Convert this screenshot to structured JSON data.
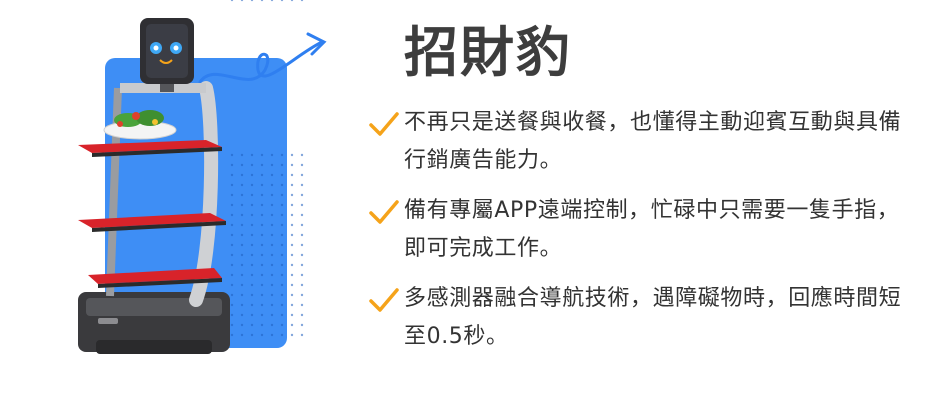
{
  "title": "招財豹",
  "colors": {
    "accent_blue": "#3e8ef5",
    "arrow_blue": "#2f7ff0",
    "check_orange": "#f5a31a",
    "tray_red": "#d8232a",
    "title_text": "#3d3d3d",
    "body_text": "#333333"
  },
  "features": [
    {
      "icon": "check-icon",
      "text": "不再只是送餐與收餐，也懂得主動迎賓互動與具備行銷廣告能力。"
    },
    {
      "icon": "check-icon",
      "text": "備有專屬APP遠端控制，忙碌中只需要一隻手指，即可完成工作。"
    },
    {
      "icon": "check-icon",
      "text": "多感測器融合導航技術，遇障礙物時，回應時間短至0.5秒。"
    }
  ]
}
